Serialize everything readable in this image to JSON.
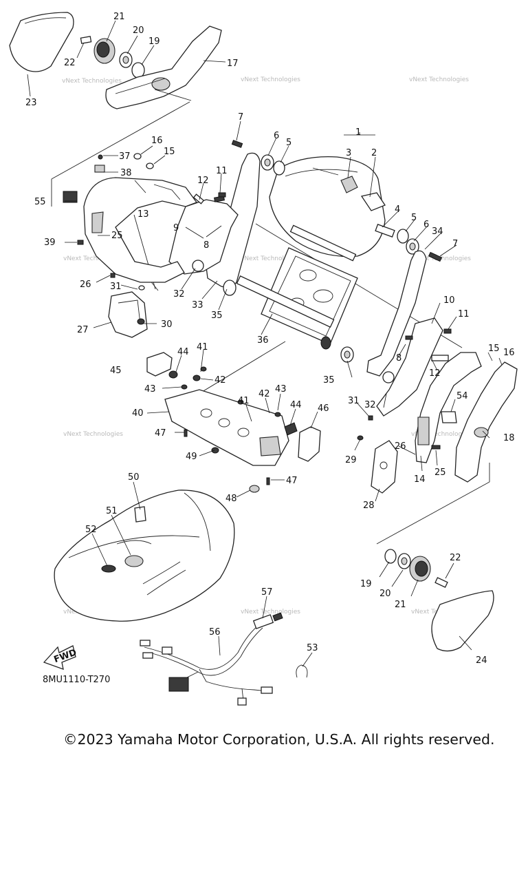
{
  "diagram": {
    "code": "8MU1110-T270",
    "copyright": "©2023 Yamaha Motor Corporation, U.S.A. All rights reserved.",
    "fwd_label": "FWD",
    "watermark": "vNext Technologies",
    "callouts": [
      "1",
      "2",
      "3",
      "4",
      "5",
      "6",
      "7",
      "8",
      "9",
      "10",
      "11",
      "12",
      "13",
      "14",
      "15",
      "16",
      "17",
      "18",
      "19",
      "20",
      "21",
      "22",
      "23",
      "24",
      "25",
      "26",
      "27",
      "28",
      "29",
      "30",
      "31",
      "32",
      "33",
      "34",
      "35",
      "36",
      "37",
      "38",
      "39",
      "40",
      "41",
      "42",
      "43",
      "44",
      "45",
      "46",
      "47",
      "48",
      "49",
      "50",
      "51",
      "52",
      "53",
      "54",
      "55",
      "56",
      "57"
    ],
    "extra_callouts": [
      "5",
      "6",
      "7",
      "8",
      "11",
      "12",
      "15",
      "16",
      "19",
      "20",
      "21",
      "22",
      "25",
      "26",
      "31",
      "32",
      "35",
      "41",
      "42",
      "43",
      "44",
      "47"
    ]
  }
}
